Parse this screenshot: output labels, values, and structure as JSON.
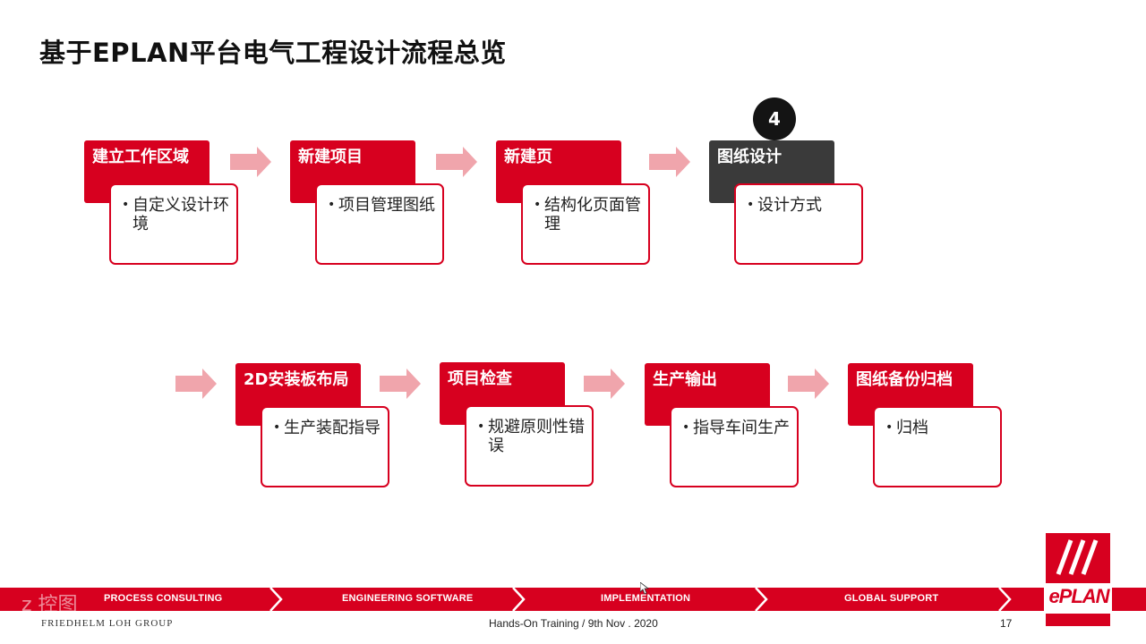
{
  "slide": {
    "title": "基于EPLAN平台电气工程设计流程总览",
    "step_number": "4"
  },
  "steps": [
    {
      "header": "建立工作区域",
      "bullet": "•",
      "text": "自定义设计环境"
    },
    {
      "header": "新建项目",
      "bullet": "•",
      "text": "项目管理图纸"
    },
    {
      "header": "新建页",
      "bullet": "•",
      "text": "结构化页面管理"
    },
    {
      "header": "图纸设计",
      "bullet": "•",
      "text": "设计方式"
    },
    {
      "header": "2D安装板布局",
      "bullet": "•",
      "text": "生产装配指导"
    },
    {
      "header": "项目检查",
      "bullet": "•",
      "text": "规避原则性错误"
    },
    {
      "header": "生产输出",
      "bullet": "•",
      "text": "指导车间生产"
    },
    {
      "header": "图纸备份归档",
      "bullet": "•",
      "text": "归档"
    }
  ],
  "footer": {
    "band": [
      "PROCESS CONSULTING",
      "ENGINEERING SOFTWARE",
      "IMPLEMENTATION",
      "GLOBAL SUPPORT"
    ],
    "watermark": "z 控图",
    "company": "FRIEDHELM LOH GROUP",
    "center_text": "Hands-On Training / 9th Nov . 2020",
    "page_number": "17",
    "logo_text": "ePLAN"
  },
  "colors": {
    "accent": "#d7001f",
    "dark_header": "#3a3a3a",
    "arrow": "#f0a5ac"
  },
  "icons": {
    "arrow": "arrow-right-icon",
    "logo": "eplan-logo-icon",
    "cursor": "mouse-cursor-icon"
  }
}
